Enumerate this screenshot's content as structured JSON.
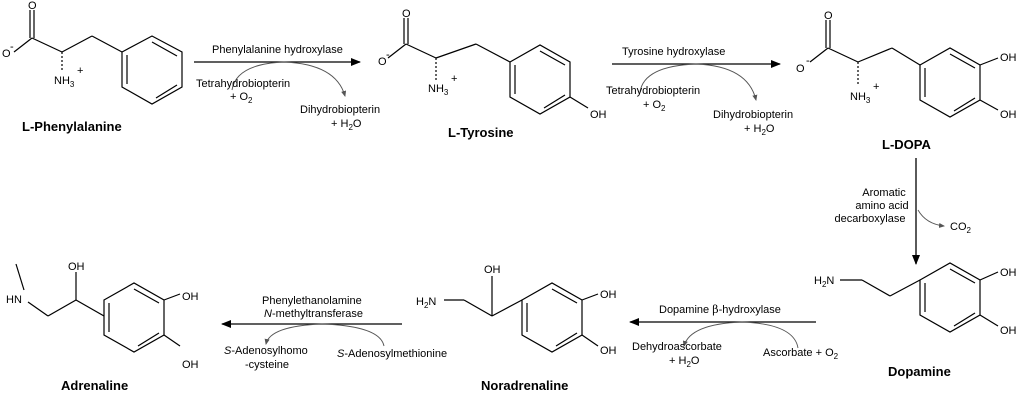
{
  "molecules": {
    "phe": {
      "name": "L-Phenylalanine"
    },
    "tyr": {
      "name": "L-Tyrosine"
    },
    "dopa": {
      "name": "L-DOPA"
    },
    "dopamine": {
      "name": "Dopamine"
    },
    "noradrenaline": {
      "name": "Noradrenaline"
    },
    "adrenaline": {
      "name": "Adrenaline"
    }
  },
  "atoms": {
    "O": "O",
    "O_minus": "O",
    "minus": "-",
    "NH3": "NH",
    "NH3_sub": "3",
    "plus": "+",
    "OH": "OH",
    "H2N": "H",
    "H2N_sub": "2",
    "H2N_N": "N",
    "HN": "HN"
  },
  "steps": {
    "step1": {
      "enzyme": "Phenylalanine hydroxylase",
      "cofactor_in": "Tetrahydrobiopterin",
      "cofactor_in2": "+ O",
      "cofactor_in2_sub": "2",
      "cofactor_out": "Dihydrobiopterin",
      "cofactor_out2": "+ H",
      "cofactor_out2_sub": "2",
      "cofactor_out2_end": "O"
    },
    "step2": {
      "enzyme": "Tyrosine hydroxylase",
      "cofactor_in": "Tetrahydrobiopterin",
      "cofactor_in2": "+ O",
      "cofactor_in2_sub": "2",
      "cofactor_out": "Dihydrobiopterin",
      "cofactor_out2": "+ H",
      "cofactor_out2_sub": "2",
      "cofactor_out2_end": "O"
    },
    "step3": {
      "enzyme_line1": "Aromatic",
      "enzyme_line2": "amino acid",
      "enzyme_line3": "decarboxylase",
      "product": "CO",
      "product_sub": "2"
    },
    "step4": {
      "enzyme_prefix": "Dopamine ",
      "enzyme_beta": "β",
      "enzyme_suffix": "-hydroxylase",
      "cofactor_in": "Ascorbate + O",
      "cofactor_in_sub": "2",
      "cofactor_out": "Dehydroascorbate",
      "cofactor_out2": "+ H",
      "cofactor_out2_sub": "2",
      "cofactor_out2_end": "O"
    },
    "step5": {
      "enzyme_line1": "Phenylethanolamine",
      "enzyme_line2_italic": "N",
      "enzyme_line2_rest": "-methyltransferase",
      "cofactor_in_italic": "S",
      "cofactor_in_rest": "-Adenosylmethionine",
      "cofactor_out_italic": "S",
      "cofactor_out_rest": "-Adenosylhomo",
      "cofactor_out_line2": "-cysteine"
    }
  }
}
